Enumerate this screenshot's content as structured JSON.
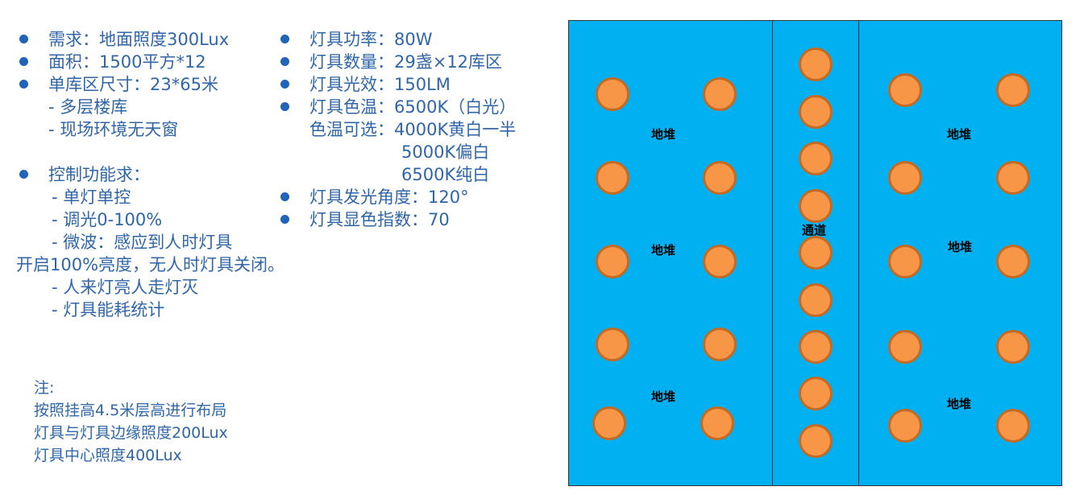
{
  "left_column": {
    "req1": "需求：地面照度300Lux",
    "req2": "面积：1500平方*12",
    "req3": "单库区尺寸：23*65米",
    "req3_sub1": "- 多层楼库",
    "req3_sub2": "- 现场环境无天窗",
    "ctrl": "控制功能求：",
    "ctrl_sub1": "- 单灯单控",
    "ctrl_sub2": "- 调光0-100%",
    "ctrl_sub3": "- 微波：感应到人时灯具",
    "ctrl_sub3_cont": "开启100%亮度，无人时灯具关闭。",
    "ctrl_sub4": "- 人来灯亮人走灯灭",
    "ctrl_sub5": "- 灯具能耗统计"
  },
  "notes": {
    "title": "注:",
    "line1": "按照挂高4.5米层高进行布局",
    "line2": "灯具与灯具边缘照度200Lux",
    "line3": "灯具中心照度400Lux"
  },
  "mid_column": {
    "power": "灯具功率：80W",
    "count": "灯具数量：29盏×12库区",
    "efficacy": "灯具光效：150LM",
    "cct": "灯具色温：6500K（白光）",
    "cct_opt1": "色温可选：4000K黄白一半",
    "cct_opt2": "5000K偏白",
    "cct_opt3": "6500K纯白",
    "angle": "灯具发光角度：120°",
    "cri": "灯具显色指数：70"
  },
  "layout": {
    "zone_label": "地堆",
    "aisle_label": "通道",
    "fill_color": "#00b0f0",
    "lamp_color": "#f79646",
    "lamp_count": 29
  }
}
